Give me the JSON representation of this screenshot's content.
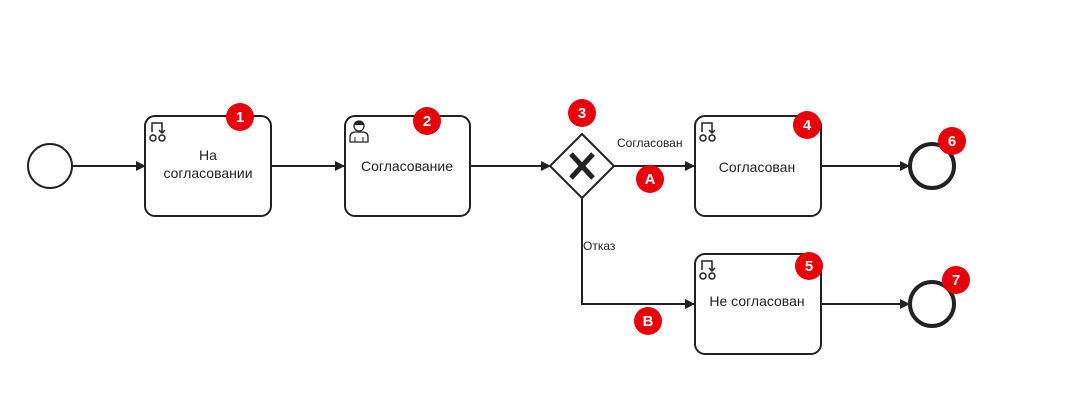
{
  "colors": {
    "stroke": "#222222",
    "badge": "#e8000a",
    "badge_text": "#ffffff",
    "background": "#ffffff"
  },
  "tasks": {
    "task1": {
      "line1": "На",
      "line2": "согласовании",
      "icon": "script-task-icon"
    },
    "task2": {
      "label": "Согласование",
      "icon": "user-task-icon"
    },
    "task4": {
      "label": "Согласован",
      "icon": "script-task-icon"
    },
    "task5": {
      "label": "Не согласован",
      "icon": "script-task-icon"
    }
  },
  "gateway": {
    "icon": "exclusive-gateway-x-icon"
  },
  "flows": {
    "approved_label": "Согласован",
    "rejected_label": "Отказ"
  },
  "badges": {
    "b1": "1",
    "b2": "2",
    "b3": "3",
    "b4": "4",
    "b5": "5",
    "b6": "6",
    "b7": "7",
    "bA": "A",
    "bB": "B"
  }
}
